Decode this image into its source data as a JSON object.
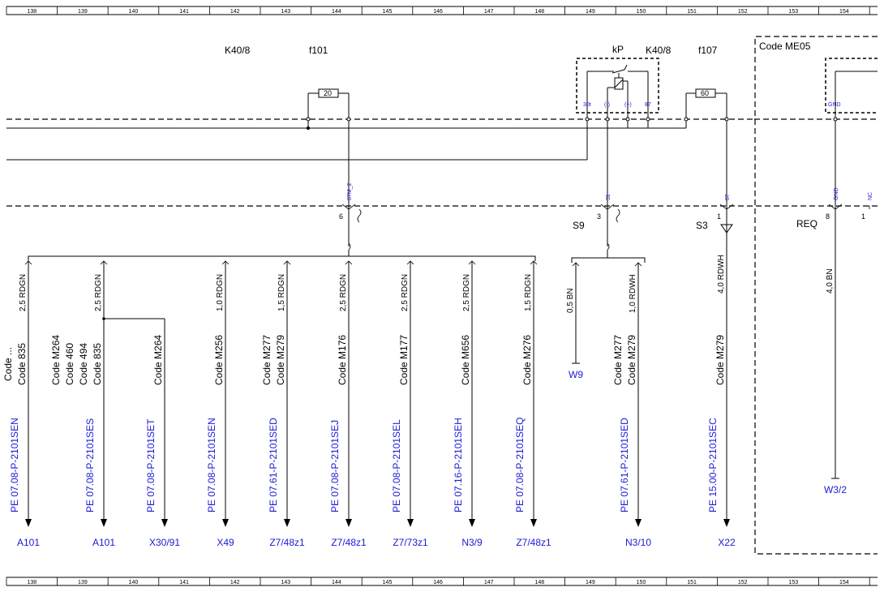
{
  "ruler": {
    "top": [
      "138",
      "139",
      "140",
      "141",
      "142",
      "143",
      "144",
      "145",
      "146",
      "147",
      "148",
      "149",
      "150",
      "151",
      "152",
      "153",
      "154"
    ],
    "bottom": [
      "138",
      "139",
      "140",
      "141",
      "142",
      "143",
      "144",
      "145",
      "146",
      "147",
      "148",
      "149",
      "150",
      "151",
      "152",
      "153",
      "154"
    ]
  },
  "components": {
    "k40_left": "K40/8",
    "f101": "f101",
    "f101_rating": "20",
    "kp": "kP",
    "k40_right": "K40/8",
    "f107": "f107",
    "f107_rating": "60",
    "code_me05": "Code ME05",
    "relay_pins": [
      "30t",
      "(-)",
      "(+)",
      "87"
    ],
    "gnd_pin": "GND"
  },
  "connectors": {
    "left_pin": "87M_2",
    "left_num": "6",
    "mid_pin": "31",
    "mid_num": "3",
    "mid_name": "S9",
    "right_pin": "87",
    "right_num": "1",
    "right_name": "S3",
    "gnd_pin": "GND",
    "nc_pin": "NC",
    "req_name": "REQ",
    "req_num": "8",
    "req_num2": "1"
  },
  "branches": [
    {
      "wire": "2,5 RDGN",
      "codes": [
        "Code 835"
      ],
      "partial": "Code ...",
      "ref": "PE 07.08-P-2101SEN",
      "dest": "A101"
    },
    {
      "wire": "2,5 RDGN",
      "codes": [
        "Code M264",
        "Code 460",
        "Code 494",
        "Code 835"
      ],
      "ref": "PE 07.08-P-2101SES",
      "dest": "A101"
    },
    {
      "wire": "",
      "codes": [
        "Code M264"
      ],
      "ref": "PE 07.08-P-2101SET",
      "dest": "X30/91"
    },
    {
      "wire": "1,0 RDGN",
      "codes": [
        "Code M256"
      ],
      "ref": "PE 07.08-P-2101SEN",
      "dest": "X49"
    },
    {
      "wire": "1,5 RDGN",
      "codes": [
        "Code M277",
        "Code M279"
      ],
      "ref": "PE 07.61-P-2101SED",
      "dest": "Z7/48z1"
    },
    {
      "wire": "2,5 RDGN",
      "codes": [
        "Code M176"
      ],
      "ref": "PE 07.08-P-2101SEJ",
      "dest": "Z7/48z1"
    },
    {
      "wire": "2,5 RDGN",
      "codes": [
        "Code M177"
      ],
      "ref": "PE 07.08-P-2101SEL",
      "dest": "Z7/73z1"
    },
    {
      "wire": "2,5 RDGN",
      "codes": [
        "Code M656"
      ],
      "ref": "PE 07.16-P-2101SEH",
      "dest": "N3/9"
    },
    {
      "wire": "1,5 RDGN",
      "codes": [
        "Code M276"
      ],
      "ref": "PE 07.08-P-2101SEQ",
      "dest": "Z7/48z1"
    },
    {
      "wire": "0,5 BN",
      "codes": [],
      "ref": "",
      "dest": "W9"
    },
    {
      "wire": "1,0 RDWH",
      "codes": [
        "Code M277",
        "Code M279"
      ],
      "ref": "PE 07.61-P-2101SED",
      "dest": "N3/10"
    },
    {
      "wire": "4,0 RDWH",
      "codes": [
        "Code M279"
      ],
      "ref": "PE 15.00-P-2101SEC",
      "dest": "X22"
    },
    {
      "wire": "4,0 BN",
      "codes": [],
      "ref": "",
      "dest": "W3/2"
    }
  ],
  "colors": {
    "line": "#000000",
    "ref": "#1a1ad6"
  }
}
